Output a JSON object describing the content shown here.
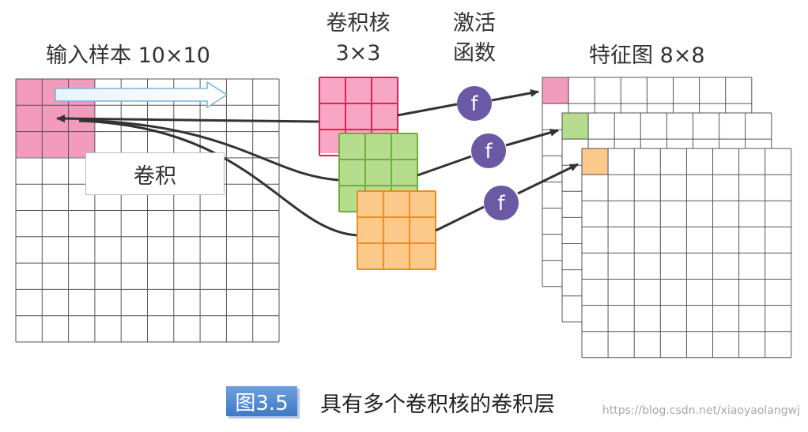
{
  "input": {
    "title": "输入样本 10×10",
    "rows": 10,
    "cols": 10,
    "highlight_color": "#f29bbd"
  },
  "kernel": {
    "title_line1": "卷积核",
    "title_line2": "3×3"
  },
  "activation": {
    "title_line1": "激活",
    "title_line2": "函数",
    "symbol": "f",
    "color": "#6b59a6"
  },
  "feature_map": {
    "title": "特征图 8×8",
    "rows": 8,
    "cols": 8
  },
  "convolution_label": "卷积",
  "kernels": [
    {
      "fill": "#f7a6c4",
      "border": "#e0244e"
    },
    {
      "fill": "#b6dc8e",
      "border": "#6fb03c"
    },
    {
      "fill": "#fbc98a",
      "border": "#ef8c1d"
    }
  ],
  "caption": {
    "badge": "图3.5",
    "text": "具有多个卷积核的卷积层"
  },
  "watermark": "https://blog.csdn.net/xiaoyaolangwj"
}
